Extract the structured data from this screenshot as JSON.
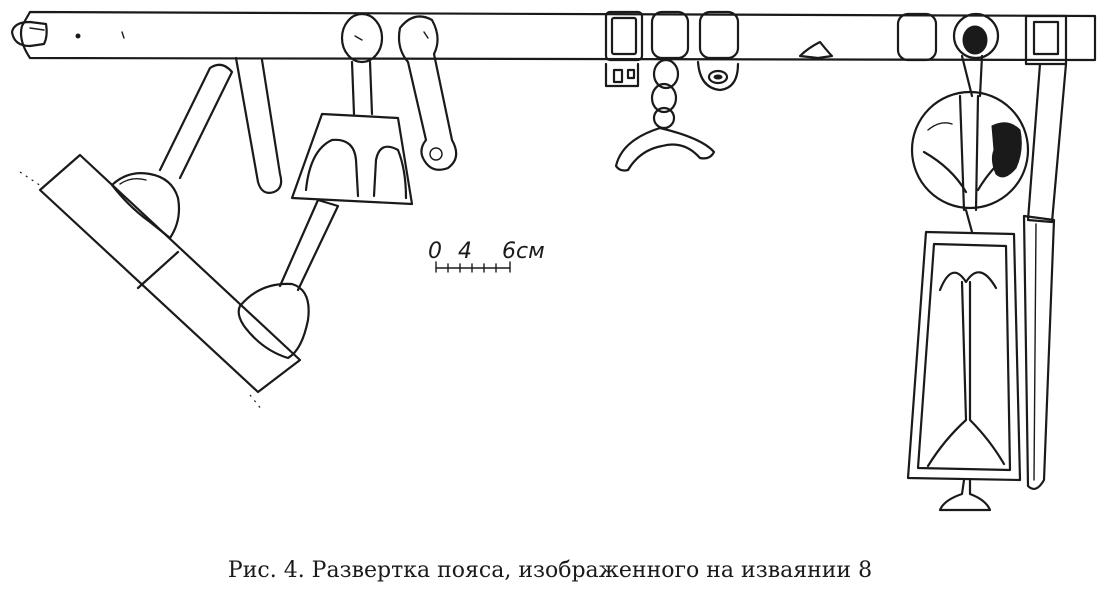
{
  "figure": {
    "caption": "Рис. 4. Развертка пояса, изображенного на изваянии 8",
    "scale_bar": {
      "labels": [
        "0",
        "4",
        "6см"
      ]
    }
  },
  "colors": {
    "ink": "#1a1a1a",
    "background": "#ffffff"
  }
}
